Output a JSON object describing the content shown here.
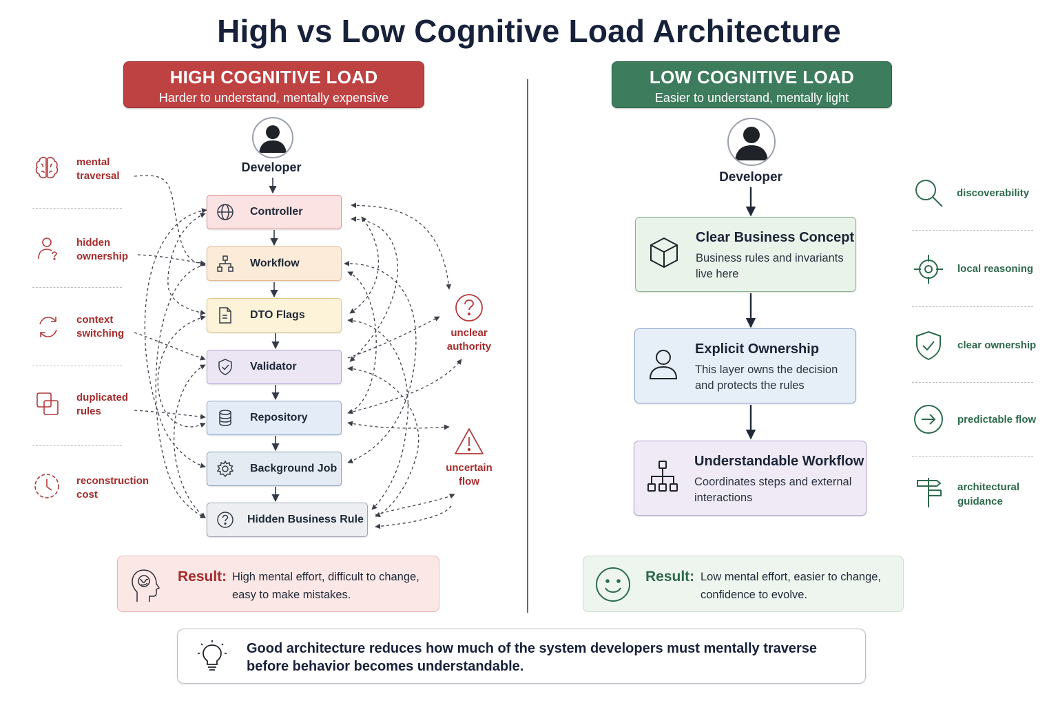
{
  "title": "High vs Low Cognitive Load Architecture",
  "high": {
    "header_title": "HIGH COGNITIVE LOAD",
    "header_subtitle": "Harder to understand, mentally expensive",
    "developer_label": "Developer",
    "layers": [
      {
        "label": "Controller",
        "icon": "globe-icon"
      },
      {
        "label": "Workflow",
        "icon": "hierarchy-icon"
      },
      {
        "label": "DTO Flags",
        "icon": "document-icon"
      },
      {
        "label": "Validator",
        "icon": "shield-check-icon"
      },
      {
        "label": "Repository",
        "icon": "database-icon"
      },
      {
        "label": "Background Job",
        "icon": "gear-icon"
      },
      {
        "label": "Hidden Business Rule",
        "icon": "question-circle-icon"
      }
    ],
    "annotations": [
      {
        "line1": "mental",
        "line2": "traversal",
        "icon": "brain-icon"
      },
      {
        "line1": "hidden",
        "line2": "ownership",
        "icon": "person-question-icon"
      },
      {
        "line1": "context",
        "line2": "switching",
        "icon": "cycle-icon"
      },
      {
        "line1": "duplicated",
        "line2": "rules",
        "icon": "copy-icon"
      },
      {
        "line1": "reconstruction",
        "line2": "cost",
        "icon": "clock-icon"
      }
    ],
    "warnings": [
      {
        "line1": "unclear",
        "line2": "authority",
        "icon": "question-icon"
      },
      {
        "line1": "uncertain",
        "line2": "flow",
        "icon": "warning-triangle-icon"
      }
    ],
    "result_key": "Result:",
    "result_line1": "High mental effort, difficult to change,",
    "result_line2": "easy to make mistakes."
  },
  "low": {
    "header_title": "LOW COGNITIVE LOAD",
    "header_subtitle": "Easier to understand, mentally light",
    "developer_label": "Developer",
    "layers": [
      {
        "title": "Clear Business Concept",
        "desc_line1": "Business rules and invariants",
        "desc_line2": "live here",
        "icon": "cube-icon"
      },
      {
        "title": "Explicit Ownership",
        "desc_line1": "This layer owns the decision",
        "desc_line2": "and protects the rules",
        "icon": "person-icon"
      },
      {
        "title": "Understandable Workflow",
        "desc_line1": "Coordinates steps and external",
        "desc_line2": "interactions",
        "icon": "hierarchy-icon"
      }
    ],
    "annotations": [
      {
        "line1": "discoverability",
        "line2": "",
        "icon": "search-icon"
      },
      {
        "line1": "local reasoning",
        "line2": "",
        "icon": "crosshair-icon"
      },
      {
        "line1": "clear ownership",
        "line2": "",
        "icon": "shield-check-icon"
      },
      {
        "line1": "predictable flow",
        "line2": "",
        "icon": "arrow-circle-icon"
      },
      {
        "line1": "architectural",
        "line2": "guidance",
        "icon": "signpost-icon"
      }
    ],
    "result_key": "Result:",
    "result_line1": "Low mental effort, easier to change,",
    "result_line2": "confidence to evolve."
  },
  "footer": {
    "line1": "Good architecture reduces how much of the system developers must mentally traverse",
    "line2": "before behavior becomes understandable.",
    "icon": "lightbulb-icon"
  },
  "colors": {
    "high_red": "#bf4243",
    "low_green": "#3e7c5e",
    "annotation_red": "#a52b2c",
    "annotation_green": "#2d6a4c"
  }
}
